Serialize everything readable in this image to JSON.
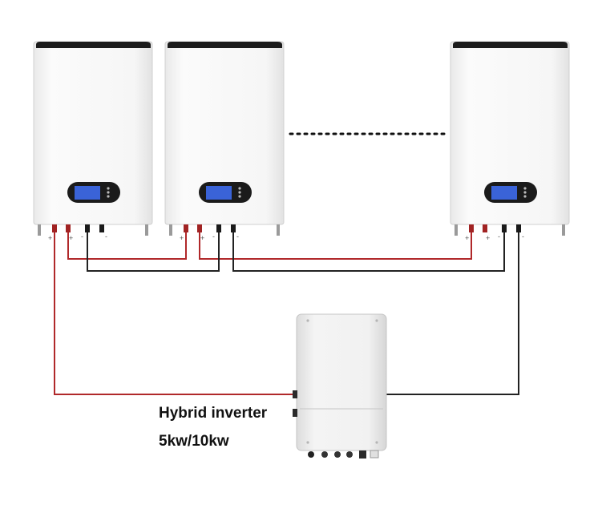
{
  "inverter": {
    "title": "Hybrid inverter",
    "power": "5kw/10kw"
  },
  "batteries": {
    "count_shown": 3,
    "terminal_marks": [
      "+",
      "+",
      "-",
      "-"
    ]
  },
  "colors": {
    "positive_wire": "#b0282a",
    "negative_wire": "#222222",
    "lcd_screen": "#3a63d8",
    "battery_body": "#f7f7f7"
  }
}
